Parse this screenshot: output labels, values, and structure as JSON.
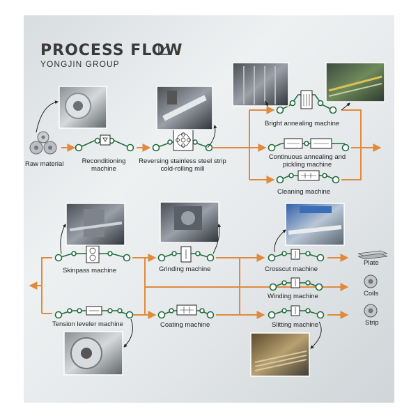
{
  "header": {
    "title": "PROCESS FLOW",
    "subtitle": "YONGJIN GROUP"
  },
  "labels": {
    "raw_material": "Raw material",
    "reconditioning": "Reconditioning machine",
    "reversing_mill": "Reversing stainless steel strip cold-rolling mill",
    "bright_annealing": "Bright annealing machine",
    "continuous_annealing": "Continuous annealing and pickling machine",
    "cleaning": "Cleaning machine",
    "skinpass": "Skinpass machine",
    "grinding": "Grinding machine",
    "crosscut": "Crosscut machine",
    "winding": "Winding machine",
    "tension_leveler": "Tension leveler machine",
    "coating": "Coating machine",
    "slitting": "Slitting machine",
    "plate": "Plate",
    "coils": "Coils",
    "strip": "Strip"
  },
  "colors": {
    "arrow": "#e08a3c",
    "roller": "#1f6b3a",
    "text": "#222222"
  }
}
